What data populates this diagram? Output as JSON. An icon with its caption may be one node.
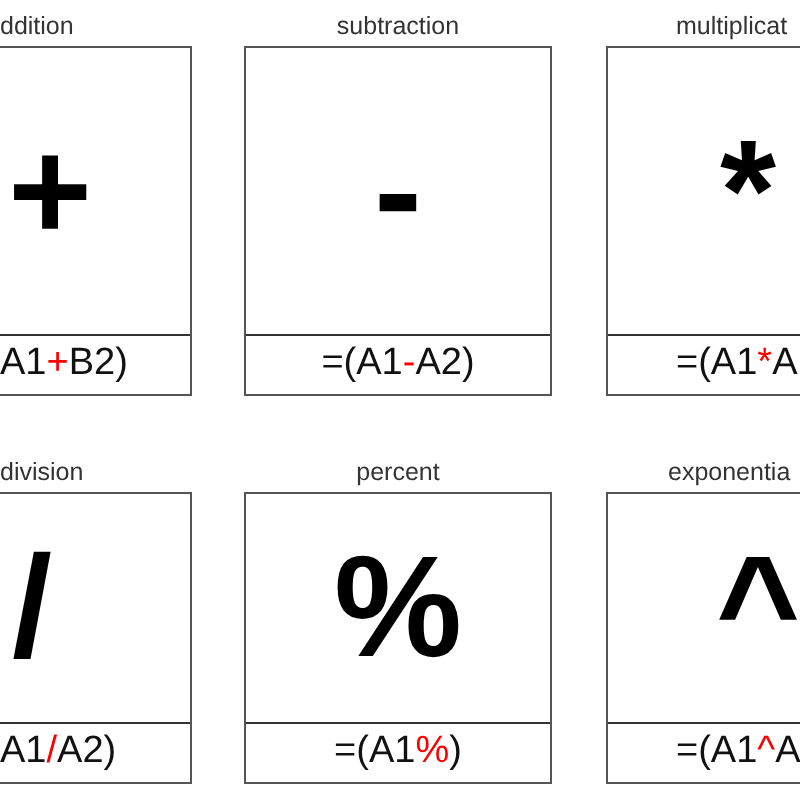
{
  "diagram": {
    "nodes": [
      {
        "text": [
          "ddition",
          "+",
          "A1+B2)"
        ]
      },
      {
        "text": [
          "subtraction",
          "-",
          "=(A1-A2)"
        ]
      },
      {
        "text": [
          "multiplicat",
          "*",
          "=(A1*A"
        ]
      },
      {
        "text": [
          "division",
          "/",
          "A1/A2)"
        ]
      },
      {
        "text": [
          "percent",
          "%",
          "=(A1%)"
        ]
      },
      {
        "text": [
          "exponentia",
          "^",
          "=(A1^A"
        ]
      }
    ]
  }
}
